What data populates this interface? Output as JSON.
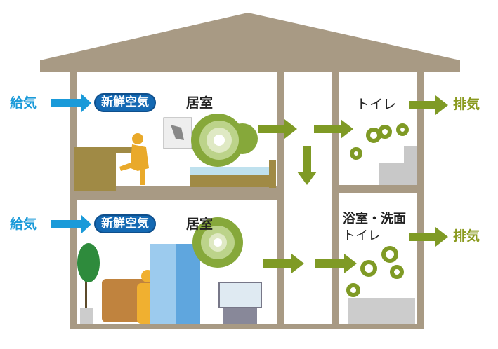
{
  "colors": {
    "house": "#a89a84",
    "supply": "#1a9ad9",
    "exhaust": "#7f9a25",
    "fresh_air_pill": "#1469b3",
    "odor": "#86a83a"
  },
  "upper_floor": {
    "supply_label": "給気",
    "fresh_air_label": "新鮮空気",
    "room_label": "居室",
    "toilet_label": "トイレ",
    "exhaust_label": "排気"
  },
  "lower_floor": {
    "supply_label": "給気",
    "fresh_air_label": "新鮮空気",
    "room_label": "居室",
    "wet_area_label_line1": "浴室・洗面",
    "wet_area_label_line2": "トイレ",
    "exhaust_label": "排気"
  }
}
